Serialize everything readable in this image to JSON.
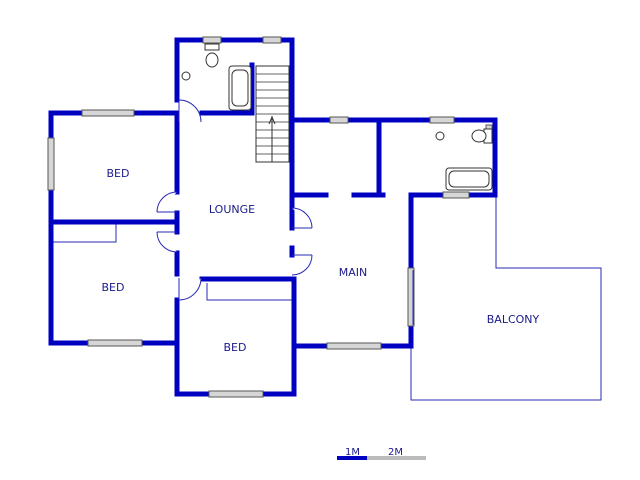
{
  "rooms": {
    "bed_top": "BED",
    "lounge": "LOUNGE",
    "bed_mid": "BED",
    "bed_bottom": "BED",
    "main": "MAIN",
    "balcony": "BALCONY"
  },
  "scale": {
    "label_1": "1M",
    "label_2": "2M"
  },
  "colors": {
    "wall": "#0000c0",
    "outline": "#2a2ab5",
    "scale_light": "#bbbbbb"
  }
}
